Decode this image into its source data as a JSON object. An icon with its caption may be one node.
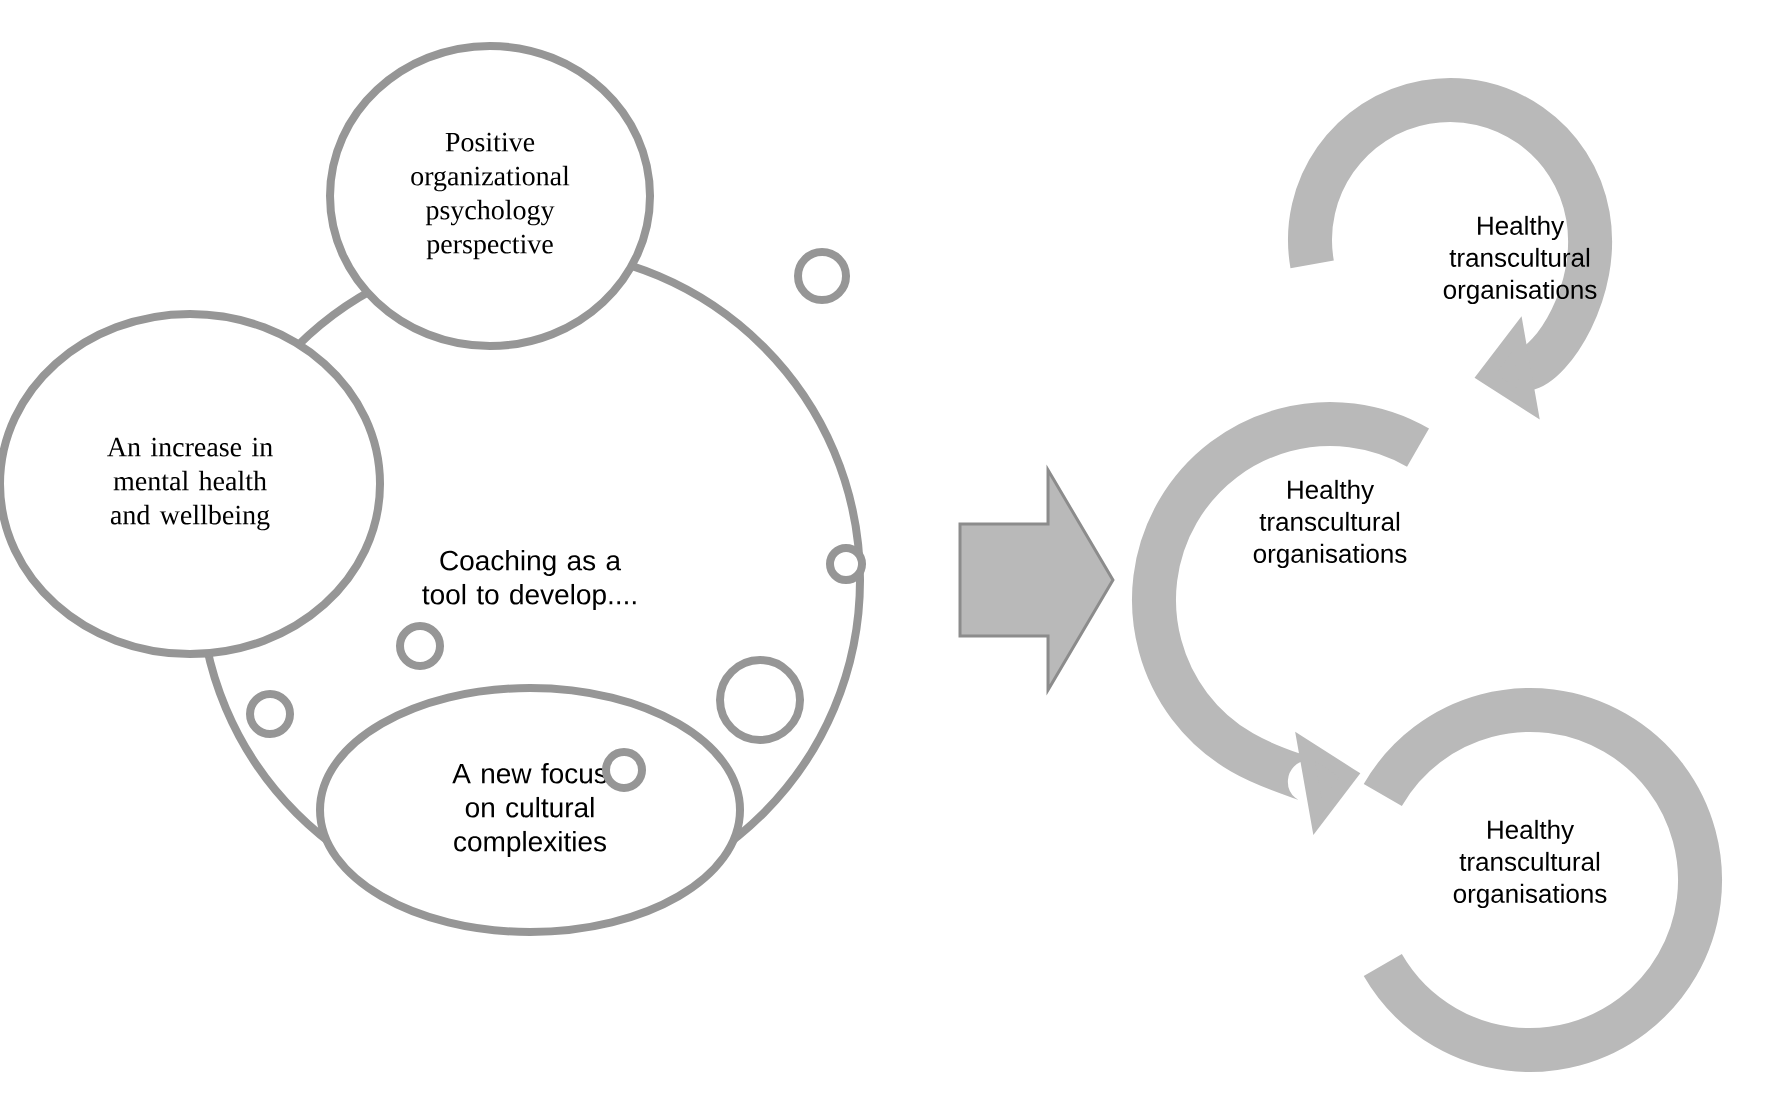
{
  "diagram": {
    "nodes": [
      {
        "text": [
          "Coaching as a tool to develop...."
        ]
      },
      {
        "text": [
          "Positive organizational psychology perspective"
        ]
      },
      {
        "text": [
          "An increase in mental health and wellbeing"
        ]
      },
      {
        "text": [
          "A new focus on cultural complexities"
        ]
      },
      {
        "text": [
          "Healthy transcultural organisations"
        ]
      },
      {
        "text": [
          "Healthy transcultural organisations"
        ]
      },
      {
        "text": [
          "Healthy transcultural organisations"
        ]
      }
    ],
    "edges": [
      {
        "from": 0,
        "to": 5,
        "arrow": "to",
        "style": "thick"
      }
    ]
  }
}
